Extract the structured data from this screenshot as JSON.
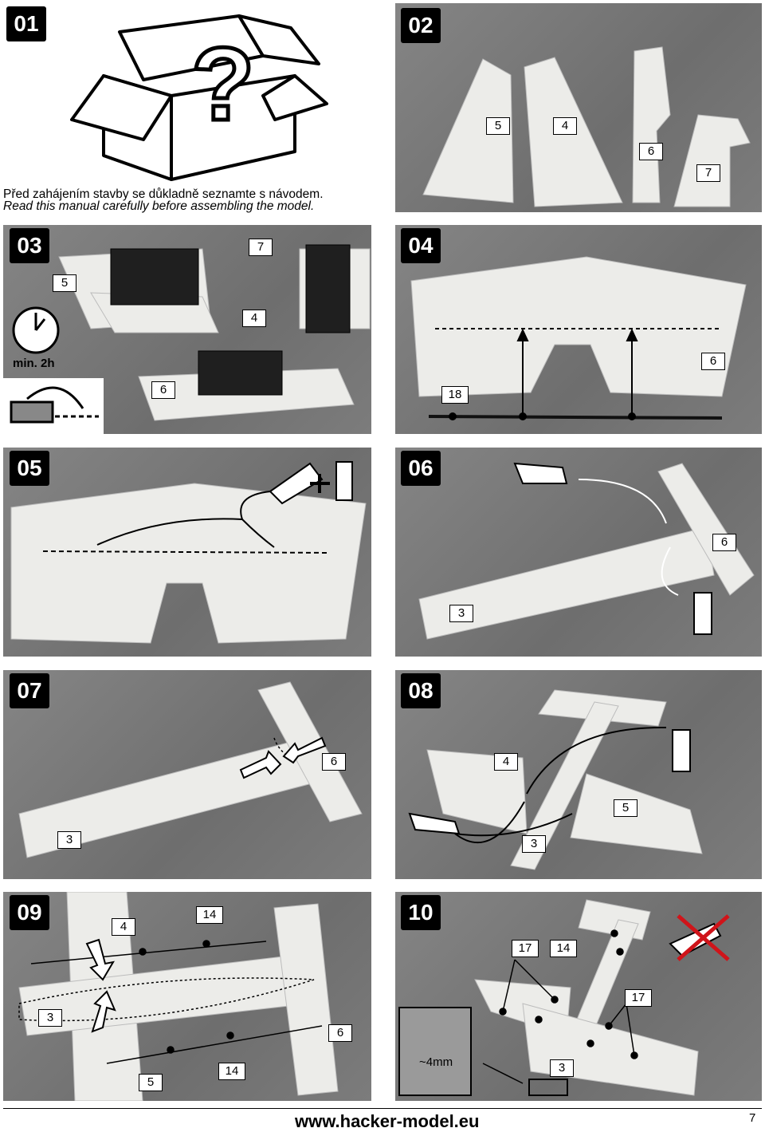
{
  "steps": {
    "s01": {
      "number": "01",
      "caption_cz": "Před zahájením stavby se důkladně seznamte s návodem.",
      "caption_en": "Read this manual carefully before assembling the model."
    },
    "s02": {
      "number": "02",
      "labels": [
        "5",
        "4",
        "6",
        "7"
      ]
    },
    "s03": {
      "number": "03",
      "labels": [
        "5",
        "7",
        "4",
        "6"
      ],
      "time": "min. 2h"
    },
    "s04": {
      "number": "04",
      "labels": [
        "6",
        "18"
      ]
    },
    "s05": {
      "number": "05"
    },
    "s06": {
      "number": "06",
      "labels": [
        "6",
        "3"
      ]
    },
    "s07": {
      "number": "07",
      "labels": [
        "6",
        "3"
      ]
    },
    "s08": {
      "number": "08",
      "labels": [
        "4",
        "5",
        "3"
      ]
    },
    "s09": {
      "number": "09",
      "labels": [
        "4",
        "14",
        "3",
        "6",
        "5",
        "14"
      ]
    },
    "s10": {
      "number": "10",
      "labels": [
        "17",
        "14",
        "17",
        "3"
      ],
      "gap": "~4mm"
    }
  },
  "footer": {
    "url": "www.hacker-model.eu",
    "page": "7"
  },
  "colors": {
    "foam": "#e9e9e6",
    "background": "#7a7a7a",
    "accent_red": "#d0141a"
  }
}
